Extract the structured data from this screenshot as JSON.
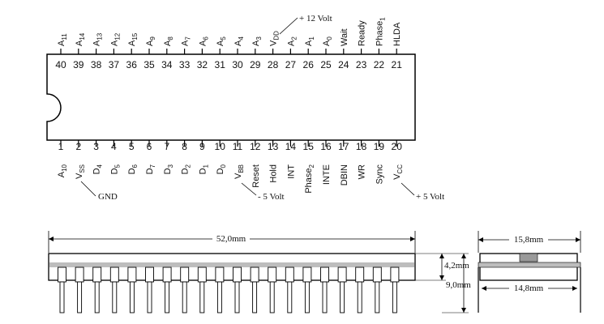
{
  "top_pins": [
    {
      "num": "40",
      "label": "A11"
    },
    {
      "num": "39",
      "label": "A14"
    },
    {
      "num": "38",
      "label": "A13"
    },
    {
      "num": "37",
      "label": "A12"
    },
    {
      "num": "36",
      "label": "A15"
    },
    {
      "num": "35",
      "label": "A9"
    },
    {
      "num": "34",
      "label": "A8"
    },
    {
      "num": "33",
      "label": "A7"
    },
    {
      "num": "32",
      "label": "A6"
    },
    {
      "num": "31",
      "label": "A5"
    },
    {
      "num": "30",
      "label": "A4"
    },
    {
      "num": "29",
      "label": "A3"
    },
    {
      "num": "28",
      "label": "VDD"
    },
    {
      "num": "27",
      "label": "A2"
    },
    {
      "num": "26",
      "label": "A1"
    },
    {
      "num": "25",
      "label": "A0"
    },
    {
      "num": "24",
      "label": "Wait"
    },
    {
      "num": "23",
      "label": "Ready"
    },
    {
      "num": "22",
      "label": "Phase1"
    },
    {
      "num": "21",
      "label": "HLDA"
    }
  ],
  "bottom_pins": [
    {
      "num": "1",
      "label": "A10"
    },
    {
      "num": "2",
      "label": "VSS"
    },
    {
      "num": "3",
      "label": "D4"
    },
    {
      "num": "4",
      "label": "D5"
    },
    {
      "num": "5",
      "label": "D6"
    },
    {
      "num": "6",
      "label": "D7"
    },
    {
      "num": "7",
      "label": "D3"
    },
    {
      "num": "8",
      "label": "D2"
    },
    {
      "num": "9",
      "label": "D1"
    },
    {
      "num": "10",
      "label": "D0"
    },
    {
      "num": "11",
      "label": "VBB"
    },
    {
      "num": "12",
      "label": "Reset"
    },
    {
      "num": "13",
      "label": "Hold"
    },
    {
      "num": "14",
      "label": "INT"
    },
    {
      "num": "15",
      "label": "Phase2"
    },
    {
      "num": "16",
      "label": "INTE"
    },
    {
      "num": "17",
      "label": "DBIN"
    },
    {
      "num": "18",
      "label": "WR"
    },
    {
      "num": "19",
      "label": "Sync"
    },
    {
      "num": "20",
      "label": "VCC"
    }
  ],
  "annotations": {
    "plus12": "+ 12 Volt",
    "gnd": "GND",
    "minus5": "- 5 Volt",
    "plus5": "+ 5 Volt"
  },
  "dimensions": {
    "length": "52,0mm",
    "body_height": "4,2mm",
    "total_height": "9,0mm",
    "width_outer": "15,8mm",
    "width_pins": "14,8mm"
  }
}
